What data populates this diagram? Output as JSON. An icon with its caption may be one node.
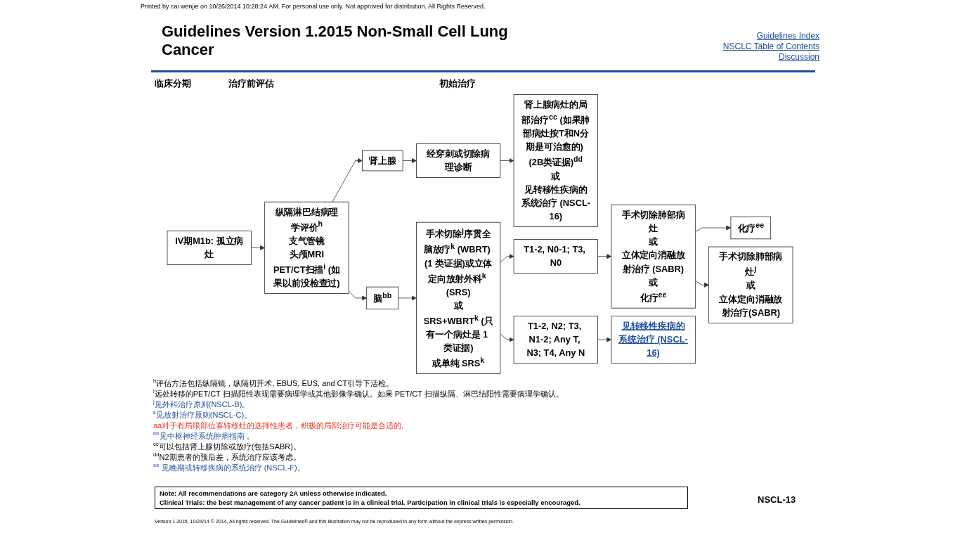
{
  "diagram": {
    "title": "Guidelines Version 1.2015 Non-Small Cell Lung Cancer",
    "nodes": [
      {
        "text": [
          "IV期M1b: 孤立病灶"
        ]
      },
      {
        "text": [
          "纵隔淋巴结病理学评价$^{h}$",
          "支气管镜",
          "头颅MRI",
          "PET/CT扫描$^{i}$ (如果以前没检查过)"
        ]
      },
      {
        "text": [
          "脑$^{bb}$"
        ]
      },
      {
        "text": [
          "肾上腺"
        ]
      },
      {
        "text": [
          "手术切除$^{j}$序贯全脑放疗$^{k}$ (WBRT) (1 类证据)或立体定向放射外科$^{k}$ (SRS)",
          "或",
          "SRS+WBRT$^{k}$ (只有一个病灶是 1 类证据)",
          "或单纯 SRS$^{k}$"
        ]
      },
      {
        "text": [
          "经穿刺或切除病理诊断"
        ]
      },
      {
        "text": [
          "肾上腺病灶的局部治疗$^{cc}$ (如果肺部病灶按T和N分期是可治愈的) (2B类证据)$^{dd}$",
          "或",
          "见转移性疾病的系统治疗 (NSCL-16)"
        ]
      },
      {
        "text": [
          "T1-2, N0-1; T3, N0"
        ]
      },
      {
        "text": [
          "T1-2, N2; T3, N1-2; Any T, N3; T4, Any N"
        ]
      },
      {
        "text": [
          "手术切除肺部病灶",
          "或",
          "立体定向消融放射治疗 (SABR)",
          "或",
          "化疗$^{ee}$"
        ]
      },
      {
        "text": [
          "化疗$^{ee}$"
        ]
      },
      {
        "text": [
          "手术切除肺部病灶$^{j}$",
          "或",
          "立体定向消融放射治疗(SABR)"
        ]
      },
      {
        "text": [
          "见转移性疾病的系统治疗 (NSCL-16)"
        ]
      }
    ],
    "edges": [
      {
        "from": 0,
        "to": 1,
        "arrow": "to"
      },
      {
        "from": 1,
        "to": 2,
        "arrow": "to"
      },
      {
        "from": 1,
        "to": 3,
        "arrow": "to"
      },
      {
        "from": 2,
        "to": 4,
        "arrow": "to"
      },
      {
        "from": 3,
        "to": 5,
        "arrow": "to"
      },
      {
        "from": 5,
        "to": 6,
        "arrow": "to"
      },
      {
        "from": 4,
        "to": 7,
        "arrow": "to"
      },
      {
        "from": 4,
        "to": 8,
        "arrow": "to"
      },
      {
        "from": 7,
        "to": 9,
        "arrow": "to"
      },
      {
        "from": 9,
        "to": 10,
        "arrow": "to"
      },
      {
        "from": 9,
        "to": 11,
        "arrow": "to"
      },
      {
        "from": 8,
        "to": 12,
        "arrow": "to"
      }
    ],
    "labels": [
      "Printed by cai wenjie on 10/26/2014 10:28:24 AM. For personal use only. Not approved for distribution. All Rights Reserved.",
      "Guidelines Index",
      "NSCLC Table of Contents",
      "Discussion",
      "临床分期",
      "治疗前评估",
      "初始治疗",
      "$^{h}$评估方法包括纵隔镜，纵隔切开术, EBUS, EUS, and CT引导下活检。",
      "$^{i}$远处转移的PET/CT 扫描阳性表现需要病理学或其他影像学确认。如果 PET/CT 扫描纵隔、淋巴结阳性需要病理学确认。",
      "$^{j}$见外科治疗原则(NSCL-B)。",
      "$^{k}$见放射治疗原则(NSCL-C)。",
      "aa对于有局限部位寡转移灶的选择性患者，积极的局部治疗可能是合适的,",
      "$^{bb}$见中枢神经系统肿瘤指南 。",
      "$^{cc}$可以包括肾上腺切除或放疗(包括SABR)。",
      "$^{dd}$N2期患者的预后差，系统治疗应该考虑。",
      "$^{ee}$ 见晚期或转移疾病的系统治疗 (NSCL-F)。",
      "Note: All recommendations are category 2A unless otherwise indicated.",
      "Clinical Trials: the best management of any cancer patient is in a clinical trial. Participation in clinical trials is especially encouraged.",
      "NSCL-13",
      "Version 1.2015, 10/24/14 © 2014, All rights reserved. The Guidelines® and this illustration may not be reproduced in any form without the express written permission."
    ]
  }
}
